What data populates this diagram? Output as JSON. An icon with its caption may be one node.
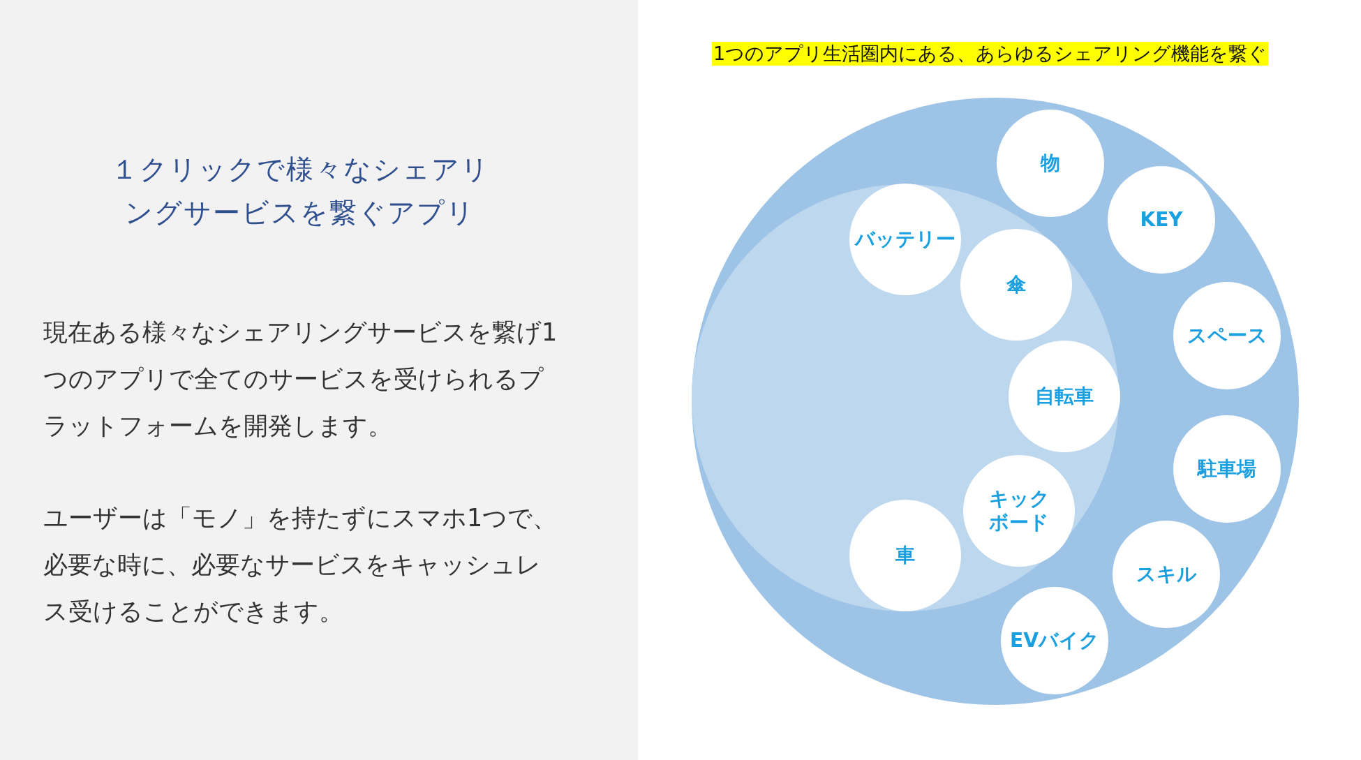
{
  "diagram": {
    "title": "１クリックで様々なシェアリングサービスを繋ぐアプリ",
    "nodes": [
      {
        "text": [],
        "shape": "circle"
      },
      {
        "text": [],
        "shape": "circle",
        "in": 0
      },
      {
        "text": [
          "物"
        ],
        "in": 0
      },
      {
        "text": [
          "KEY"
        ],
        "in": 0
      },
      {
        "text": [
          "バッテリー"
        ],
        "in": 1
      },
      {
        "text": [
          "傘"
        ],
        "in": 1
      },
      {
        "text": [
          "スペース"
        ],
        "in": 0
      },
      {
        "text": [
          "自転車"
        ],
        "in": 1
      },
      {
        "text": [
          "駐車場"
        ],
        "in": 0
      },
      {
        "text": [
          "キックボード"
        ],
        "in": 1
      },
      {
        "text": [
          "車"
        ],
        "in": 1
      },
      {
        "text": [
          "スキル"
        ],
        "in": 0
      },
      {
        "text": [
          "EVバイク"
        ],
        "in": 0
      }
    ],
    "labels": [
      "1つのアプリ生活圏内にある、あらゆるシェアリング機能を繋ぐ",
      "現在ある様々なシェアリングサービスを繋げ1つのアプリで全てのサービスを受けられるプラットフォームを開発します。",
      "ユーザーは「モノ」を持たずにスマホ1つで、必要な時に、必要なサービスをキャッシュレス受けることができます。"
    ]
  }
}
